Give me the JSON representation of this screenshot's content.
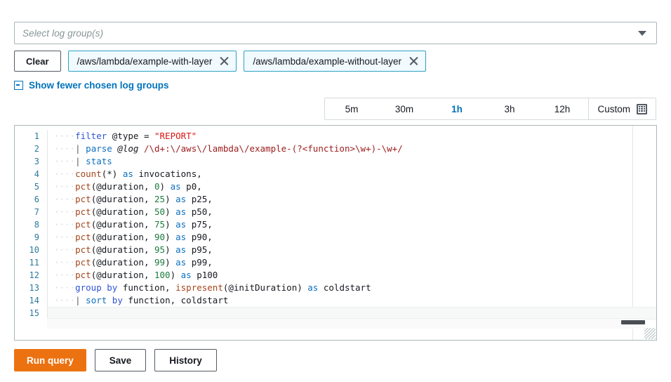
{
  "log_group_select": {
    "placeholder": "Select log group(s)",
    "caret_icon": "chevron-down-icon"
  },
  "tags": {
    "clear_label": "Clear",
    "items": [
      {
        "label": "/aws/lambda/example-with-layer",
        "close_icon": "close-icon"
      },
      {
        "label": "/aws/lambda/example-without-layer",
        "close_icon": "close-icon"
      }
    ]
  },
  "show_fewer": {
    "icon": "minus-box-icon",
    "label": "Show fewer chosen log groups"
  },
  "time_range": {
    "options": [
      "5m",
      "30m",
      "1h",
      "3h",
      "12h"
    ],
    "selected": "1h",
    "custom_label": "Custom",
    "custom_icon": "calendar-icon"
  },
  "editor": {
    "lines": [
      {
        "n": "1",
        "indent": "····"
      },
      {
        "n": "2",
        "indent": "····"
      },
      {
        "n": "3",
        "indent": "····"
      },
      {
        "n": "4",
        "indent": "····"
      },
      {
        "n": "5",
        "indent": "····"
      },
      {
        "n": "6",
        "indent": "····"
      },
      {
        "n": "7",
        "indent": "····"
      },
      {
        "n": "8",
        "indent": "····"
      },
      {
        "n": "9",
        "indent": "····"
      },
      {
        "n": "10",
        "indent": "····"
      },
      {
        "n": "11",
        "indent": "····"
      },
      {
        "n": "12",
        "indent": "····"
      },
      {
        "n": "13",
        "indent": "····"
      },
      {
        "n": "14",
        "indent": "····"
      },
      {
        "n": "15",
        "indent": ""
      }
    ],
    "query_text": "filter @type = \"REPORT\"\n| parse @log /\\d+:\\/aws\\/lambda\\/example-(?<function>\\w+)-\\w+/\n| stats\ncount(*) as invocations,\npct(@duration, 0) as p0,\npct(@duration, 25) as p25,\npct(@duration, 50) as p50,\npct(@duration, 75) as p75,\npct(@duration, 90) as p90,\npct(@duration, 95) as p95,\npct(@duration, 99) as p99,\npct(@duration, 100) as p100\ngroup by function, ispresent(@initDuration) as coldstart\n| sort by function, coldstart",
    "tokens": {
      "l1_kw": "filter",
      "l1_field": " @type = ",
      "l1_str": "\"REPORT\"",
      "l2_pipe": "| ",
      "l2_kw": "parse",
      "l2_field": " @log ",
      "l2_rgx": "/\\d+:\\/aws\\/lambda\\/example-(?<function>\\w+)-\\w+/",
      "l3_pipe": "| ",
      "l3_kw": "stats",
      "l4_fn": "count",
      "l4_a": "(*) ",
      "l4_as": "as",
      "l4_b": " invocations,",
      "l5_fn": "pct",
      "l5_a": "(@duration, ",
      "l5_num": "0",
      "l5_b": ") ",
      "l5_as": "as",
      "l5_c": " p0,",
      "l6_num": "25",
      "l6_c": " p25,",
      "l7_num": "50",
      "l7_c": " p50,",
      "l8_num": "75",
      "l8_c": " p75,",
      "l9_num": "90",
      "l9_c": " p90,",
      "l10_num": "95",
      "l10_c": " p95,",
      "l11_num": "99",
      "l11_c": " p99,",
      "l12_num": "100",
      "l12_c": " p100",
      "l13_kw": "group by",
      "l13_a": " function, ",
      "l13_fn": "ispresent",
      "l13_b": "(@initDuration) ",
      "l13_as": "as",
      "l13_c": " coldstart",
      "l14_pipe": "| ",
      "l14_kw": "sort",
      "l14_by": " by",
      "l14_b": " function, coldstart"
    }
  },
  "actions": {
    "run_label": "Run query",
    "save_label": "Save",
    "history_label": "History"
  }
}
